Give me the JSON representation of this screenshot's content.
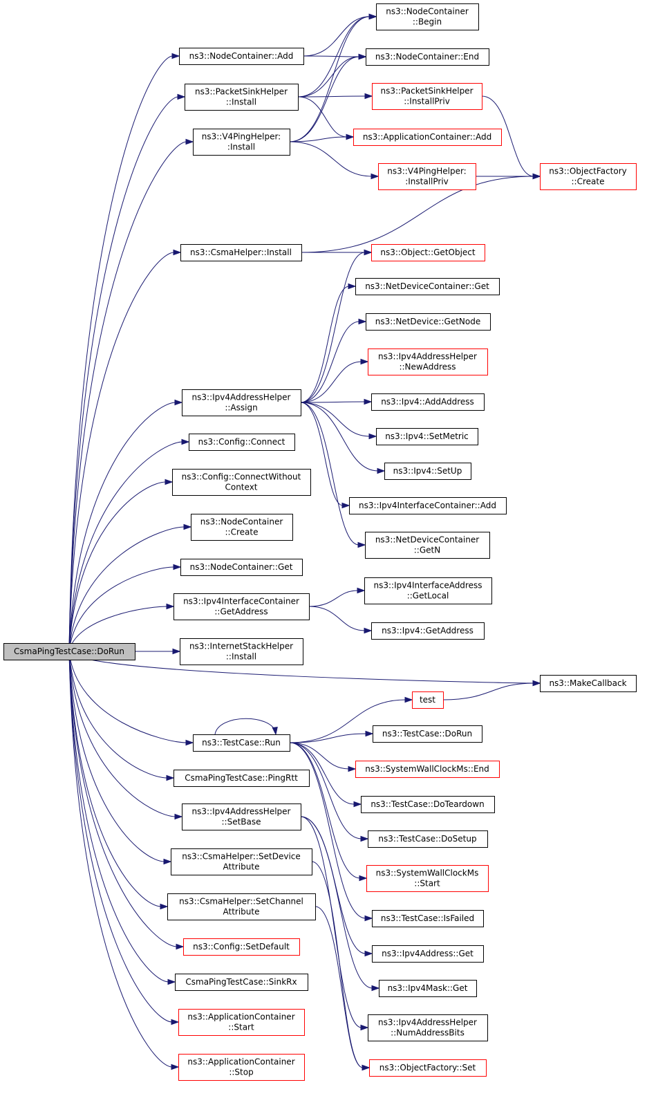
{
  "title": "",
  "nodes": [
    {
      "id": "doRun",
      "lines": [
        "CsmaPingTestCase::DoRun"
      ],
      "style": "root"
    },
    {
      "id": "ncAdd",
      "lines": [
        "ns3::NodeContainer::Add"
      ],
      "style": "normal"
    },
    {
      "id": "psInstall",
      "lines": [
        "ns3::PacketSinkHelper",
        "::Install"
      ],
      "style": "normal"
    },
    {
      "id": "v4Install",
      "lines": [
        "ns3::V4PingHelper:",
        ":Install"
      ],
      "style": "normal"
    },
    {
      "id": "csmaInstall",
      "lines": [
        "ns3::CsmaHelper::Install"
      ],
      "style": "normal"
    },
    {
      "id": "ipv4Assign",
      "lines": [
        "ns3::Ipv4AddressHelper",
        "::Assign"
      ],
      "style": "normal"
    },
    {
      "id": "cfgConnect",
      "lines": [
        "ns3::Config::Connect"
      ],
      "style": "normal"
    },
    {
      "id": "cfgConnectWo",
      "lines": [
        "ns3::Config::ConnectWithout",
        "Context"
      ],
      "style": "normal"
    },
    {
      "id": "ncCreate",
      "lines": [
        "ns3::NodeContainer",
        "::Create"
      ],
      "style": "normal"
    },
    {
      "id": "ncGet",
      "lines": [
        "ns3::NodeContainer::Get"
      ],
      "style": "normal"
    },
    {
      "id": "icGetAddr",
      "lines": [
        "ns3::Ipv4InterfaceContainer",
        "::GetAddress"
      ],
      "style": "normal"
    },
    {
      "id": "ishInstall",
      "lines": [
        "ns3::InternetStackHelper",
        "::Install"
      ],
      "style": "normal"
    },
    {
      "id": "tcRun",
      "lines": [
        "ns3::TestCase::Run"
      ],
      "style": "normal"
    },
    {
      "id": "pingRtt",
      "lines": [
        "CsmaPingTestCase::PingRtt"
      ],
      "style": "normal"
    },
    {
      "id": "setBase",
      "lines": [
        "ns3::Ipv4AddressHelper",
        "::SetBase"
      ],
      "style": "normal"
    },
    {
      "id": "setDevAttr",
      "lines": [
        "ns3::CsmaHelper::SetDevice",
        "Attribute"
      ],
      "style": "normal"
    },
    {
      "id": "setChAttr",
      "lines": [
        "ns3::CsmaHelper::SetChannel",
        "Attribute"
      ],
      "style": "normal"
    },
    {
      "id": "setDefault",
      "lines": [
        "ns3::Config::SetDefault"
      ],
      "style": "truncated"
    },
    {
      "id": "sinkRx",
      "lines": [
        "CsmaPingTestCase::SinkRx"
      ],
      "style": "normal"
    },
    {
      "id": "acStart",
      "lines": [
        "ns3::ApplicationContainer",
        "::Start"
      ],
      "style": "truncated"
    },
    {
      "id": "acStop",
      "lines": [
        "ns3::ApplicationContainer",
        "::Stop"
      ],
      "style": "truncated"
    },
    {
      "id": "ncBegin",
      "lines": [
        "ns3::NodeContainer",
        "::Begin"
      ],
      "style": "normal"
    },
    {
      "id": "ncEnd",
      "lines": [
        "ns3::NodeContainer::End"
      ],
      "style": "normal"
    },
    {
      "id": "psInstallPriv",
      "lines": [
        "ns3::PacketSinkHelper",
        "::InstallPriv"
      ],
      "style": "truncated"
    },
    {
      "id": "acAdd",
      "lines": [
        "ns3::ApplicationContainer::Add"
      ],
      "style": "truncated"
    },
    {
      "id": "v4InstallPriv",
      "lines": [
        "ns3::V4PingHelper:",
        ":InstallPriv"
      ],
      "style": "truncated"
    },
    {
      "id": "ofCreate",
      "lines": [
        "ns3::ObjectFactory",
        "::Create"
      ],
      "style": "truncated"
    },
    {
      "id": "objGetObject",
      "lines": [
        "ns3::Object::GetObject"
      ],
      "style": "truncated"
    },
    {
      "id": "ndcGet",
      "lines": [
        "ns3::NetDeviceContainer::Get"
      ],
      "style": "normal"
    },
    {
      "id": "ndGetNode",
      "lines": [
        "ns3::NetDevice::GetNode"
      ],
      "style": "normal"
    },
    {
      "id": "newAddress",
      "lines": [
        "ns3::Ipv4AddressHelper",
        "::NewAddress"
      ],
      "style": "truncated"
    },
    {
      "id": "ipv4AddAddr",
      "lines": [
        "ns3::Ipv4::AddAddress"
      ],
      "style": "normal"
    },
    {
      "id": "ipv4SetMetric",
      "lines": [
        "ns3::Ipv4::SetMetric"
      ],
      "style": "normal"
    },
    {
      "id": "ipv4SetUp",
      "lines": [
        "ns3::Ipv4::SetUp"
      ],
      "style": "normal"
    },
    {
      "id": "icAdd",
      "lines": [
        "ns3::Ipv4InterfaceContainer::Add"
      ],
      "style": "normal"
    },
    {
      "id": "ndcGetN",
      "lines": [
        "ns3::NetDeviceContainer",
        "::GetN"
      ],
      "style": "normal"
    },
    {
      "id": "iaGetLocal",
      "lines": [
        "ns3::Ipv4InterfaceAddress",
        "::GetLocal"
      ],
      "style": "normal"
    },
    {
      "id": "ipv4GetAddr",
      "lines": [
        "ns3::Ipv4::GetAddress"
      ],
      "style": "normal"
    },
    {
      "id": "makeCallback",
      "lines": [
        "ns3::MakeCallback"
      ],
      "style": "normal"
    },
    {
      "id": "test",
      "lines": [
        "test"
      ],
      "style": "truncated"
    },
    {
      "id": "tcDoRun",
      "lines": [
        "ns3::TestCase::DoRun"
      ],
      "style": "normal"
    },
    {
      "id": "swEnd",
      "lines": [
        "ns3::SystemWallClockMs::End"
      ],
      "style": "truncated"
    },
    {
      "id": "tcTeardown",
      "lines": [
        "ns3::TestCase::DoTeardown"
      ],
      "style": "normal"
    },
    {
      "id": "tcSetup",
      "lines": [
        "ns3::TestCase::DoSetup"
      ],
      "style": "normal"
    },
    {
      "id": "swStart",
      "lines": [
        "ns3::SystemWallClockMs",
        "::Start"
      ],
      "style": "truncated"
    },
    {
      "id": "tcIsFailed",
      "lines": [
        "ns3::TestCase::IsFailed"
      ],
      "style": "normal"
    },
    {
      "id": "ipv4AddrGet",
      "lines": [
        "ns3::Ipv4Address::Get"
      ],
      "style": "normal"
    },
    {
      "id": "ipv4MaskGet",
      "lines": [
        "ns3::Ipv4Mask::Get"
      ],
      "style": "normal"
    },
    {
      "id": "numAddrBits",
      "lines": [
        "ns3::Ipv4AddressHelper",
        "::NumAddressBits"
      ],
      "style": "normal"
    },
    {
      "id": "ofSet",
      "lines": [
        "ns3::ObjectFactory::Set"
      ],
      "style": "truncated"
    }
  ],
  "edges": [
    [
      "doRun",
      "ncAdd"
    ],
    [
      "doRun",
      "psInstall"
    ],
    [
      "doRun",
      "v4Install"
    ],
    [
      "doRun",
      "csmaInstall"
    ],
    [
      "doRun",
      "ipv4Assign"
    ],
    [
      "doRun",
      "cfgConnect"
    ],
    [
      "doRun",
      "cfgConnectWo"
    ],
    [
      "doRun",
      "ncCreate"
    ],
    [
      "doRun",
      "ncGet"
    ],
    [
      "doRun",
      "icGetAddr"
    ],
    [
      "doRun",
      "ishInstall"
    ],
    [
      "doRun",
      "makeCallback"
    ],
    [
      "doRun",
      "tcRun"
    ],
    [
      "doRun",
      "pingRtt"
    ],
    [
      "doRun",
      "setBase"
    ],
    [
      "doRun",
      "setDevAttr"
    ],
    [
      "doRun",
      "setChAttr"
    ],
    [
      "doRun",
      "setDefault"
    ],
    [
      "doRun",
      "sinkRx"
    ],
    [
      "doRun",
      "acStart"
    ],
    [
      "doRun",
      "acStop"
    ],
    [
      "ncAdd",
      "ncBegin"
    ],
    [
      "ncAdd",
      "ncEnd"
    ],
    [
      "psInstall",
      "ncBegin"
    ],
    [
      "psInstall",
      "ncEnd"
    ],
    [
      "psInstall",
      "psInstallPriv"
    ],
    [
      "psInstall",
      "acAdd"
    ],
    [
      "v4Install",
      "ncBegin"
    ],
    [
      "v4Install",
      "ncEnd"
    ],
    [
      "v4Install",
      "acAdd"
    ],
    [
      "v4Install",
      "v4InstallPriv"
    ],
    [
      "psInstallPriv",
      "ofCreate"
    ],
    [
      "v4InstallPriv",
      "ofCreate"
    ],
    [
      "csmaInstall",
      "ofCreate"
    ],
    [
      "csmaInstall",
      "objGetObject"
    ],
    [
      "ipv4Assign",
      "objGetObject"
    ],
    [
      "ipv4Assign",
      "ndcGet"
    ],
    [
      "ipv4Assign",
      "ndGetNode"
    ],
    [
      "ipv4Assign",
      "newAddress"
    ],
    [
      "ipv4Assign",
      "ipv4AddAddr"
    ],
    [
      "ipv4Assign",
      "ipv4SetMetric"
    ],
    [
      "ipv4Assign",
      "ipv4SetUp"
    ],
    [
      "ipv4Assign",
      "icAdd"
    ],
    [
      "ipv4Assign",
      "ndcGetN"
    ],
    [
      "icGetAddr",
      "iaGetLocal"
    ],
    [
      "icGetAddr",
      "ipv4GetAddr"
    ],
    [
      "tcRun",
      "tcRun"
    ],
    [
      "tcRun",
      "test"
    ],
    [
      "tcRun",
      "tcDoRun"
    ],
    [
      "tcRun",
      "swEnd"
    ],
    [
      "tcRun",
      "tcTeardown"
    ],
    [
      "tcRun",
      "tcSetup"
    ],
    [
      "tcRun",
      "swStart"
    ],
    [
      "tcRun",
      "tcIsFailed"
    ],
    [
      "test",
      "makeCallback"
    ],
    [
      "setBase",
      "ipv4AddrGet"
    ],
    [
      "setBase",
      "ipv4MaskGet"
    ],
    [
      "setBase",
      "numAddrBits"
    ],
    [
      "setDevAttr",
      "ofSet"
    ],
    [
      "setChAttr",
      "ofSet"
    ]
  ]
}
